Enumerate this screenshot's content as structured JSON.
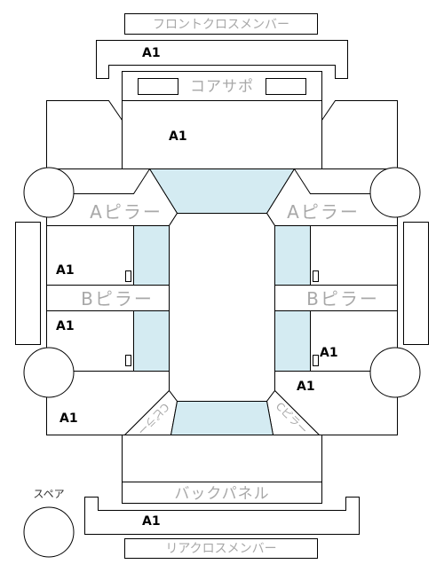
{
  "labels": {
    "front_cross_member": "フロントクロスメンバー",
    "core_support": "コアサポ",
    "a_pillar_left": "Aピラー",
    "a_pillar_right": "Aピラー",
    "b_pillar_left": "Bピラー",
    "b_pillar_right": "Bピラー",
    "c_pillar_left": "Cピラー",
    "c_pillar_right": "Cピラー",
    "back_panel": "バックパネル",
    "rear_cross_member": "リアクロスメンバー",
    "spare": "スペア"
  },
  "damage_marks": {
    "front_cross_member": "A1",
    "hood": "A1",
    "left_front_door": "A1",
    "left_rear_door": "A1",
    "left_rear_quarter": "A1",
    "right_rear_door": "A1",
    "right_rear_quarter": "A1",
    "rear_cross_member": "A1"
  },
  "colors": {
    "line": "#000000",
    "label": "#a8a8a8",
    "glass": "#d4ebf2",
    "mark": "#000000"
  }
}
